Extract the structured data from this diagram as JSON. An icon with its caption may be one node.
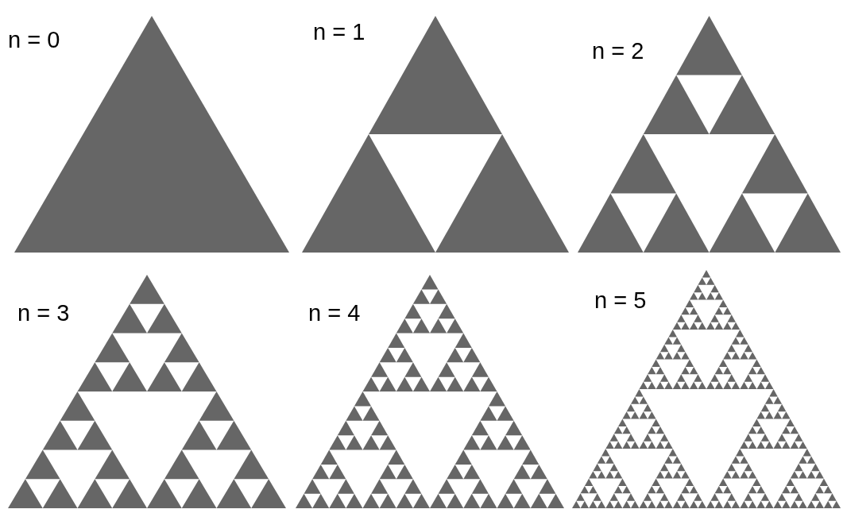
{
  "diagram": {
    "labels": [
      "n = 0",
      "n = 1",
      "n = 2",
      "n = 3",
      "n = 4",
      "n = 5"
    ]
  }
}
